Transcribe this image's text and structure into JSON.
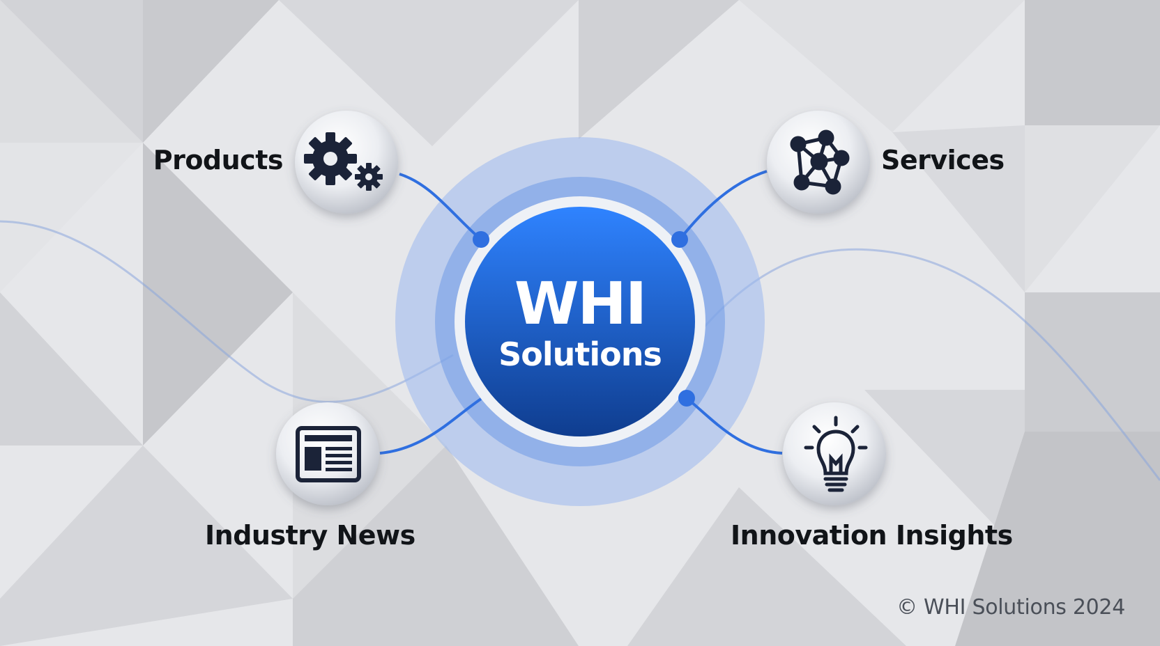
{
  "hub": {
    "title": "WHI",
    "subtitle": "Solutions"
  },
  "nodes": [
    {
      "label": "Products",
      "icon": "gears-icon"
    },
    {
      "label": "Services",
      "icon": "network-icon"
    },
    {
      "label": "Industry News",
      "icon": "newspaper-icon"
    },
    {
      "label": "Innovation Insights",
      "icon": "lightbulb-icon"
    }
  ],
  "footer": {
    "copyright": "© WHI Solutions 2024"
  },
  "colors": {
    "accent": "#2f6fe0",
    "hub_top": "#2f83ff",
    "hub_bottom": "#0f3d8f",
    "icon_dark": "#1b2338"
  }
}
